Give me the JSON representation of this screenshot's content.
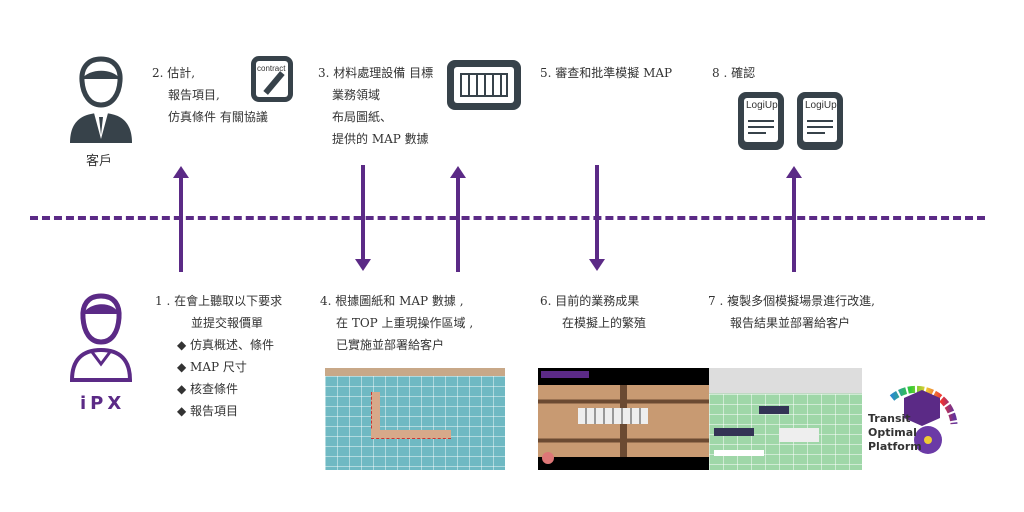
{
  "actors": {
    "customer": "客戶",
    "ipx": "iPX"
  },
  "steps": {
    "s1": [
      "1 . 在會上聽取以下要求",
      "並提交報價單"
    ],
    "s1_bullets": [
      "仿真概述、條件",
      "MAP 尺寸",
      "核查條件",
      "報告項目"
    ],
    "s2": [
      "2. 估計,",
      "報告項目,",
      "仿真條件 有關協議"
    ],
    "s3": [
      "3. 材料處理設備 目標",
      "業務領域",
      "布局圖紙、",
      "提供的 MAP 數據"
    ],
    "s4": [
      "4. 根據圖紙和 MAP 數據 ,",
      "在 TOP 上重現操作區域 ,",
      "已實施並部署給客户"
    ],
    "s5": [
      "5. 審查和批準模擬 MAP"
    ],
    "s6": [
      "6. 目前的業務成果",
      "在模擬上的繁殖"
    ],
    "s7": [
      "7 . 複製多個模擬場景進行改進,",
      "報告結果並部署給客户"
    ],
    "s8": [
      "8 . 確認"
    ]
  },
  "icons": {
    "contract_label": "contract",
    "doc_label": "LogiUp"
  },
  "logo": {
    "lines": [
      "Transit",
      "Optimal",
      "Platform"
    ]
  },
  "colors": {
    "accent": "#5b2a86",
    "icon_dark": "#37424a"
  }
}
